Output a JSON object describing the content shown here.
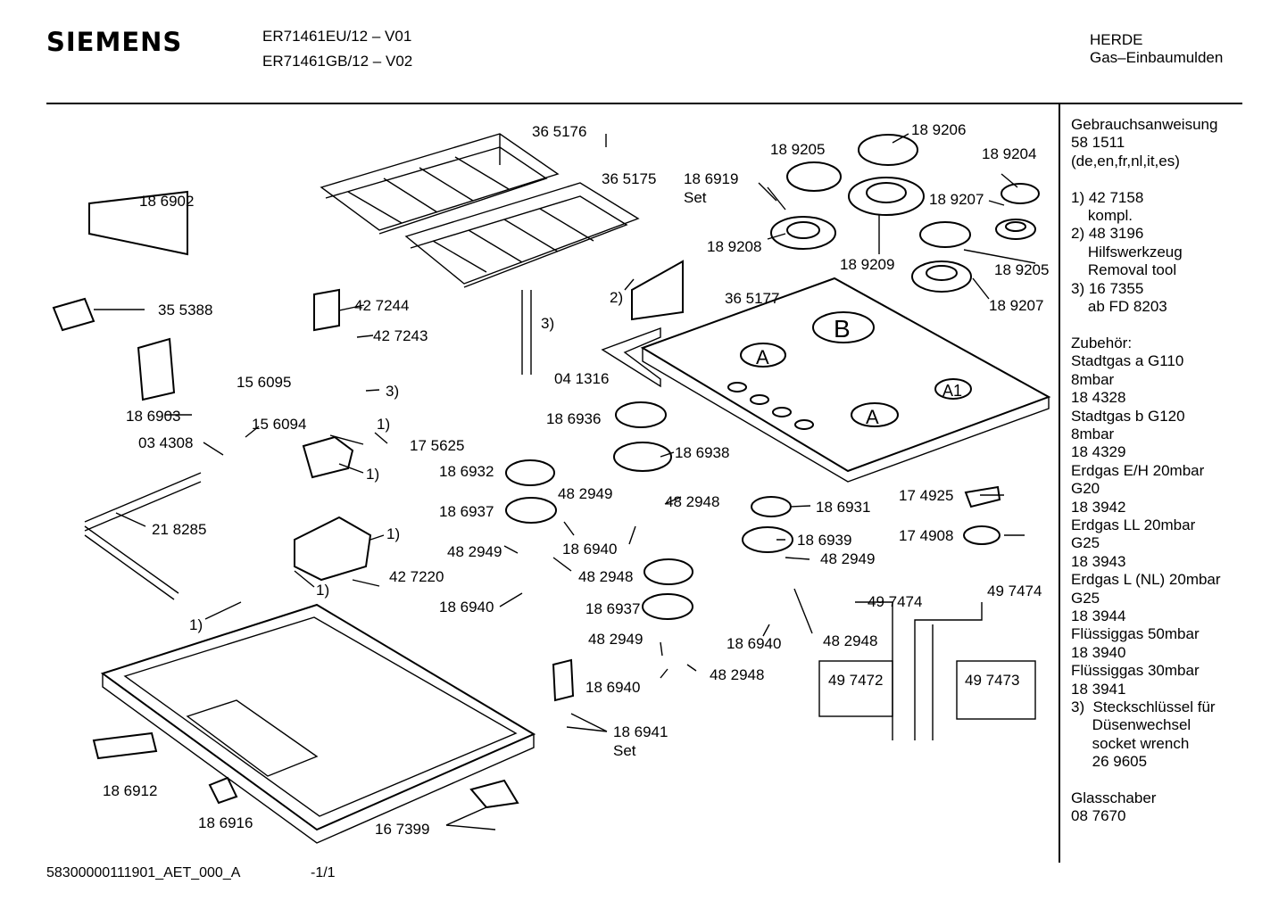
{
  "header": {
    "brand": "SIEMENS",
    "models": [
      "ER71461EU/12 – V01",
      "ER71461GB/12 – V02"
    ],
    "category": [
      "HERDE",
      "Gas–Einbaumulden"
    ]
  },
  "sidebar": {
    "lines": [
      "Gebrauchsanweisung",
      "58 1511",
      "(de,en,fr,nl,it,es)",
      "",
      "1) 42 7158",
      "    kompl.",
      "2) 48 3196",
      "    Hilfswerkzeug",
      "    Removal tool",
      "3) 16 7355",
      "    ab FD 8203",
      "",
      "Zubehör:",
      "Stadtgas a G110",
      "8mbar",
      "18 4328",
      "Stadtgas b G120",
      "8mbar",
      "18 4329",
      "Erdgas E/H 20mbar",
      "G20",
      "18 3942",
      "Erdgas LL 20mbar",
      "G25",
      "18 3943",
      "Erdgas L (NL) 20mbar",
      "G25",
      "18 3944",
      "Flüssiggas 50mbar",
      "18 3940",
      "Flüssiggas 30mbar",
      "18 3941",
      "3)  Steckschlüssel für",
      "     Düsenwechsel",
      "     socket wrench",
      "     26 9605",
      "",
      "Glasschaber",
      "08 7670"
    ]
  },
  "diagram": {
    "labels": {
      "p365176": "36 5176",
      "p365175": "36 5175",
      "p186919": "18 6919",
      "set1": "Set",
      "p189205a": "18 9205",
      "p189206": "18 9206",
      "p189204": "18 9204",
      "p189207a": "18 9207",
      "p189208": "18 9208",
      "p189209": "18 9209",
      "p189205b": "18 9205",
      "p189207b": "18 9207",
      "p186902": "18 6902",
      "p355388": "35 5388",
      "p427244": "42 7244",
      "p427243": "42 7243",
      "ref2": "2)",
      "ref3a": "3)",
      "p365177": "36 5177",
      "p156095": "15 6095",
      "ref3b": "3)",
      "p186903": "18 6903",
      "p156094": "15 6094",
      "p041316": "04 1316",
      "p186936": "18 6936",
      "ref1a": "1)",
      "p034308": "03 4308",
      "p175625": "17 5625",
      "p186938": "18 6938",
      "ref1b": "1)",
      "p186932": "18 6932",
      "p482949a": "48 2949",
      "p482948a": "48 2948",
      "p186937a": "18 6937",
      "p186931": "18 6931",
      "p174925": "17 4925",
      "p218285": "21 8285",
      "ref1c": "1)",
      "p186939": "18 6939",
      "p174908": "17 4908",
      "p482949b": "48 2949",
      "p186940a": "18 6940",
      "p482949c": "48 2949",
      "p427220": "42 7220",
      "p482948b": "48 2948",
      "ref1d": "1)",
      "p497474a": "49 7474",
      "p497474b": "49 7474",
      "p186940b": "18 6940",
      "p186937b": "18 6937",
      "ref1e": "1)",
      "p186940c": "18 6940",
      "p482948c": "48 2948",
      "p482949d": "48 2949",
      "p497472": "49 7472",
      "p497473": "49 7473",
      "p482948d": "48 2948",
      "p186940d": "18 6940",
      "p186941": "18 6941",
      "set2": "Set",
      "p186912": "18 6912",
      "p186916": "18 6916",
      "p167399": "16 7399",
      "burnerB": "B",
      "burnerA1": "A",
      "burnerA2": "A",
      "burnerA1b": "A1"
    }
  },
  "footer": {
    "docid": "58300000111901_AET_000_A",
    "page": "-1/1"
  }
}
